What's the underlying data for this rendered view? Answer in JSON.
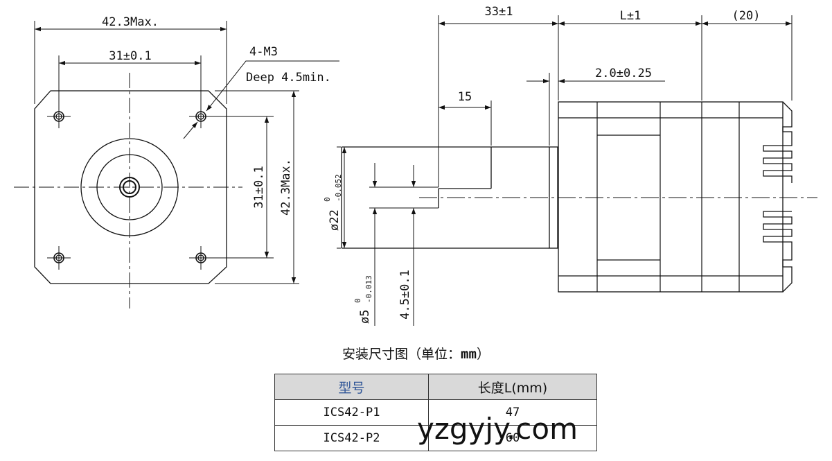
{
  "front_view": {
    "width_dim": "42.3Max.",
    "hole_pitch_dim": "31±0.1",
    "hole_note_1": "4-M3",
    "hole_note_2": "Deep 4.5min.",
    "vert_pitch_dim": "31±0.1",
    "height_dim": "42.3Max."
  },
  "side_view": {
    "shaft_dim": "33±1",
    "body_dim": "L±1",
    "rear_dim": "(20)",
    "boss_dim": "2.0±0.25",
    "flat_dim": "15",
    "boss_dia_main": "ø22",
    "boss_dia_upper": "0",
    "boss_dia_lower": "-0.052",
    "shaft_dia_main": "ø5",
    "shaft_dia_upper": "0",
    "shaft_dia_lower": "-0.013",
    "flat_depth_dim": "4.5±0.1"
  },
  "caption": {
    "text": "安装尺寸图（单位：",
    "unit": "mm",
    "close": "）"
  },
  "table": {
    "headers": [
      "型号",
      "长度L(mm)"
    ],
    "rows": [
      [
        "ICS42-P1",
        "47"
      ],
      [
        "ICS42-P2",
        "60"
      ]
    ]
  },
  "watermark": "yzgyjy.com"
}
